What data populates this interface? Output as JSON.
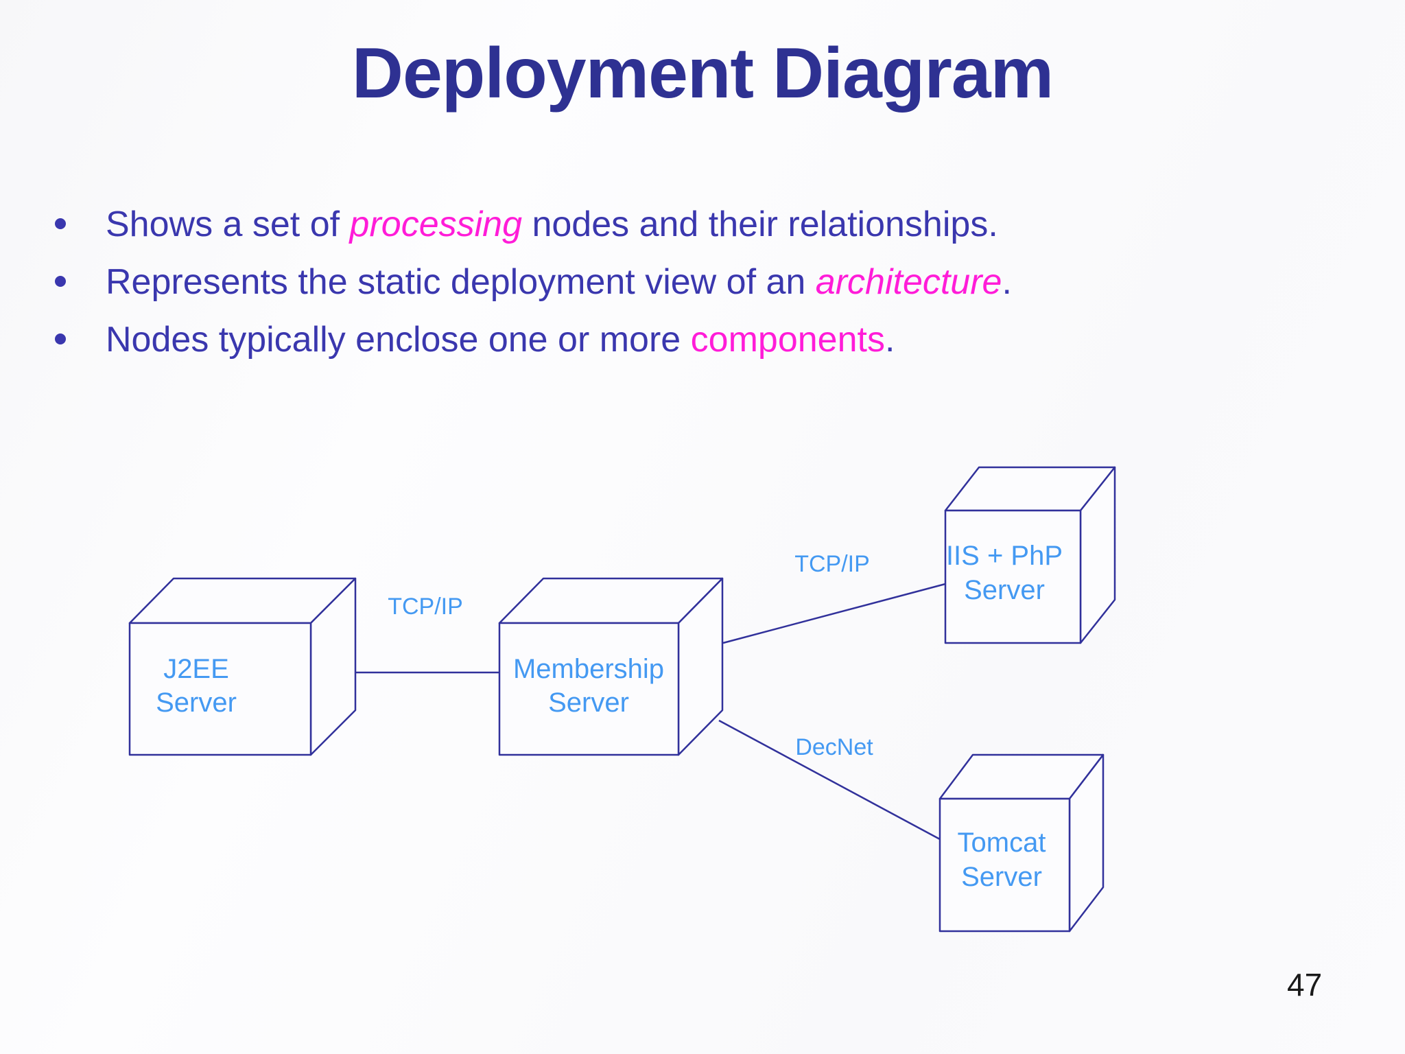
{
  "slide": {
    "title": "Deployment Diagram",
    "page_number": "47"
  },
  "bullets": [
    {
      "segments": [
        {
          "text": "Shows a set of ",
          "style": "normal"
        },
        {
          "text": "processing",
          "style": "accent-italic"
        },
        {
          "text": " nodes and their relationships.",
          "style": "normal"
        }
      ]
    },
    {
      "segments": [
        {
          "text": "Represents the static deployment view of an ",
          "style": "normal"
        },
        {
          "text": "architecture",
          "style": "accent-italic"
        },
        {
          "text": ".",
          "style": "normal"
        }
      ]
    },
    {
      "segments": [
        {
          "text": "Nodes typically enclose one or more ",
          "style": "normal"
        },
        {
          "text": "components",
          "style": "accent"
        },
        {
          "text": ".",
          "style": "normal"
        }
      ]
    }
  ],
  "diagram": {
    "nodes": [
      {
        "id": "j2ee",
        "line1": "J2EE",
        "line2": "Server"
      },
      {
        "id": "membership",
        "line1": "Membership",
        "line2": "Server"
      },
      {
        "id": "iis-php",
        "line1": "IIS + PhP",
        "line2": "Server"
      },
      {
        "id": "tomcat",
        "line1": "Tomcat",
        "line2": "Server"
      }
    ],
    "links": [
      {
        "from": "j2ee",
        "to": "membership",
        "label": "TCP/IP"
      },
      {
        "from": "membership",
        "to": "iis-php",
        "label": "TCP/IP"
      },
      {
        "from": "membership",
        "to": "tomcat",
        "label": "DecNet"
      }
    ]
  },
  "colors": {
    "title": "#2E3192",
    "body_text": "#3A37AE",
    "accent_magenta": "#FF1CD8",
    "diagram_label_blue": "#4499F2",
    "node_outline": "#31319B",
    "page_number": "#1A1A1A"
  }
}
